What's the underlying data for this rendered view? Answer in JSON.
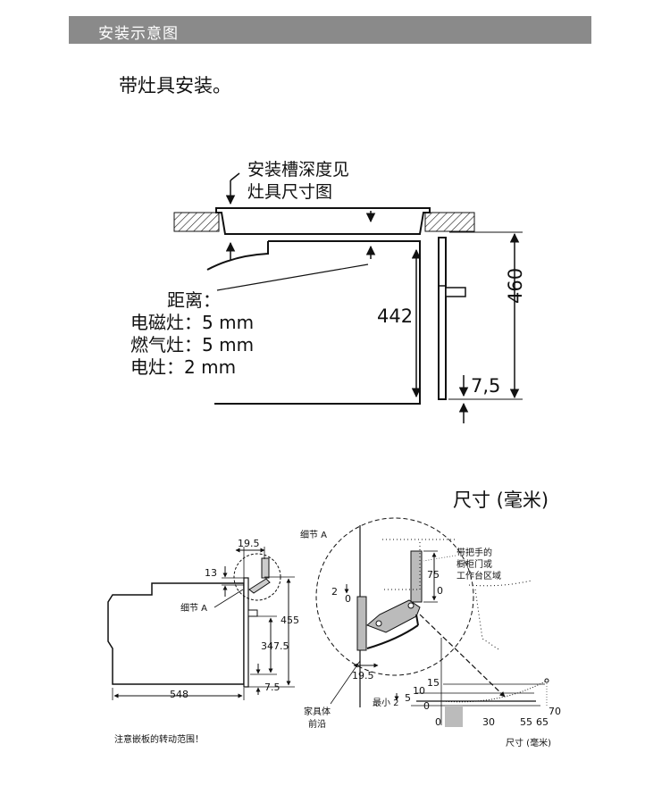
{
  "header": {
    "title": "安装示意图"
  },
  "subtitle": "带灶具安装。",
  "diagram1": {
    "callout_line1": "安装槽深度见",
    "callout_line2": "灶具尺寸图",
    "gap_title": "距离：",
    "gap_induction": "电磁灶：5 mm",
    "gap_gas": "燃气灶：5 mm",
    "gap_electric": "电灶：2 mm",
    "dim_442": "442",
    "dim_460": "460",
    "dim_7_5": "7,5"
  },
  "diagram2": {
    "units_title": "尺寸 (毫米)",
    "detail_a_label": "细节 A",
    "detail_a_callout": "细节 A",
    "dim_19_5": "19.5",
    "dim_13": "13",
    "dim_455": "455",
    "dim_347_5": "347.5",
    "dim_7_5": "7.5",
    "dim_548": "548",
    "note_rotation": "注意嵌板的转动范围！",
    "cabinet_line1": "带把手的",
    "cabinet_line2": "橱柜门或",
    "cabinet_line3": "工作台区域",
    "dim_75": "75",
    "dim_0_right": "0",
    "dim_2": "2",
    "dim_0_left": "0",
    "dim_19_5_b": "19.5",
    "front_edge_line1": "家具体",
    "front_edge_line2": "前沿",
    "min_label": "最小 2",
    "y_15": "15",
    "y_10": "10",
    "y_5": "5",
    "y_0": "0",
    "x_0": "0",
    "x_30": "30",
    "x_55": "55",
    "x_65": "65",
    "x_70": "70",
    "units_bottom": "尺寸 (毫米)"
  }
}
